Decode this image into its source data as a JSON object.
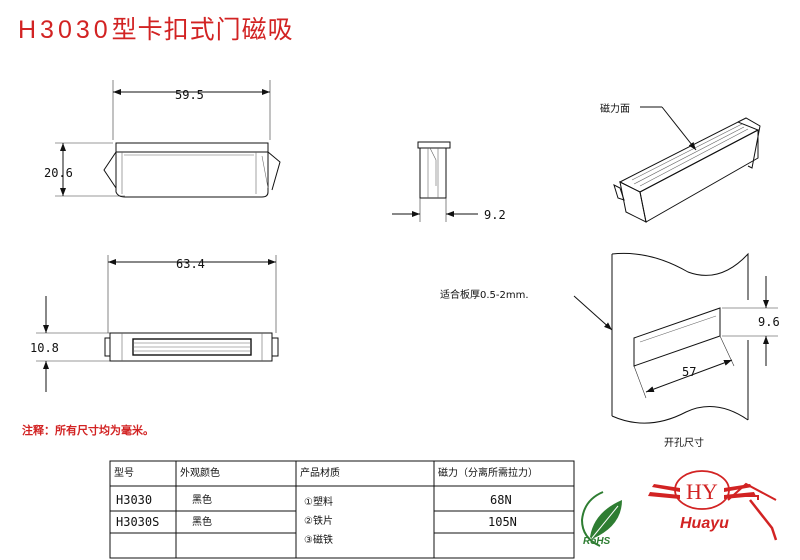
{
  "title": {
    "code": "H3030",
    "name": "型卡扣式门磁吸"
  },
  "dimensions": {
    "top_width": "59.5",
    "top_height": "20.6",
    "side_depth": "9.2",
    "bottom_width": "63.4",
    "bottom_height": "10.8",
    "cutout_height": "9.6",
    "cutout_width": "57"
  },
  "labels": {
    "magnet_face": "磁力面",
    "panel_thickness": "适合板厚0.5-2mm.",
    "cutout_size": "开孔尺寸"
  },
  "note": "注释：所有尺寸均为毫米。",
  "table": {
    "headers": [
      "型号",
      "外观颜色",
      "产品材质",
      "磁力（分离所需拉力）"
    ],
    "rows": [
      {
        "model": "H3030",
        "color": "黑色",
        "force": "68N"
      },
      {
        "model": "H3030S",
        "color": "黑色",
        "force": "105N"
      }
    ],
    "materials": [
      "①塑料",
      "②铁片",
      "③磁铁"
    ]
  },
  "rohs": {
    "text": "RoHS"
  },
  "brand": {
    "initials": "HY",
    "name": "Huayu"
  },
  "colors": {
    "accent": "#d22323",
    "rohs_green": "#2e7d32"
  }
}
